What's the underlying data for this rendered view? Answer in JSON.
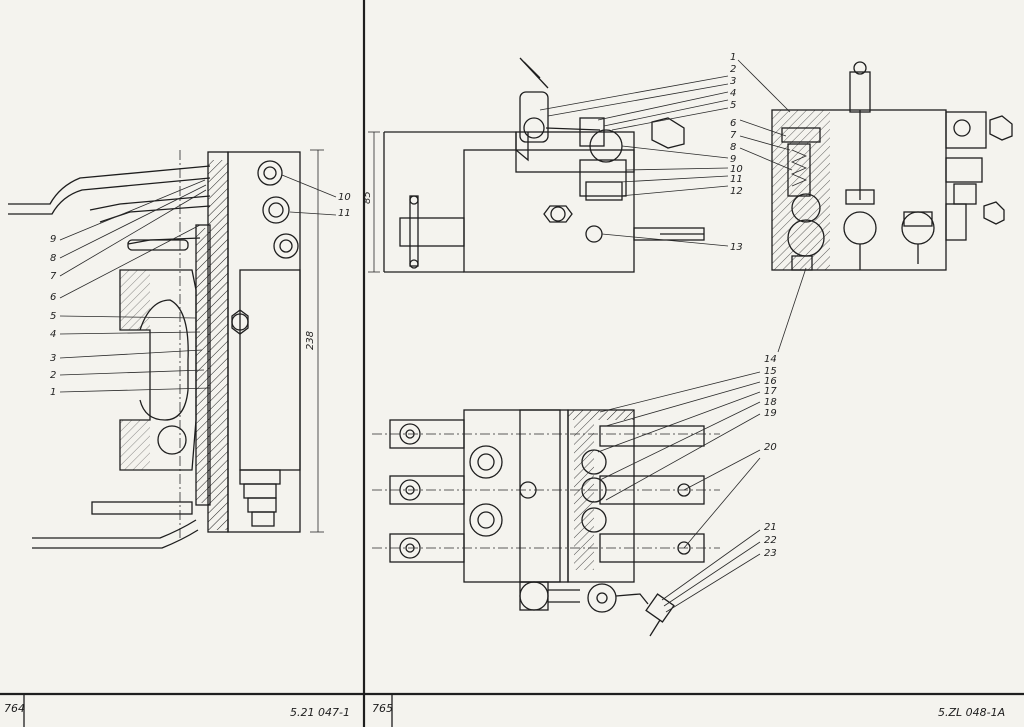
{
  "left_panel": {
    "page_number": "764",
    "drawing_code": "5.21 047-1",
    "dimension": "238",
    "callouts": [
      "10",
      "11",
      "9",
      "8",
      "7",
      "6",
      "5",
      "4",
      "3",
      "2",
      "1"
    ]
  },
  "right_panel": {
    "page_number": "765",
    "drawing_code": "5.ZL 048-1A",
    "dimension": "85",
    "callouts": [
      "1",
      "2",
      "3",
      "4",
      "5",
      "6",
      "7",
      "8",
      "9",
      "10",
      "11",
      "12",
      "13",
      "14",
      "15",
      "16",
      "17",
      "18",
      "19",
      "20",
      "21",
      "22",
      "23"
    ]
  }
}
